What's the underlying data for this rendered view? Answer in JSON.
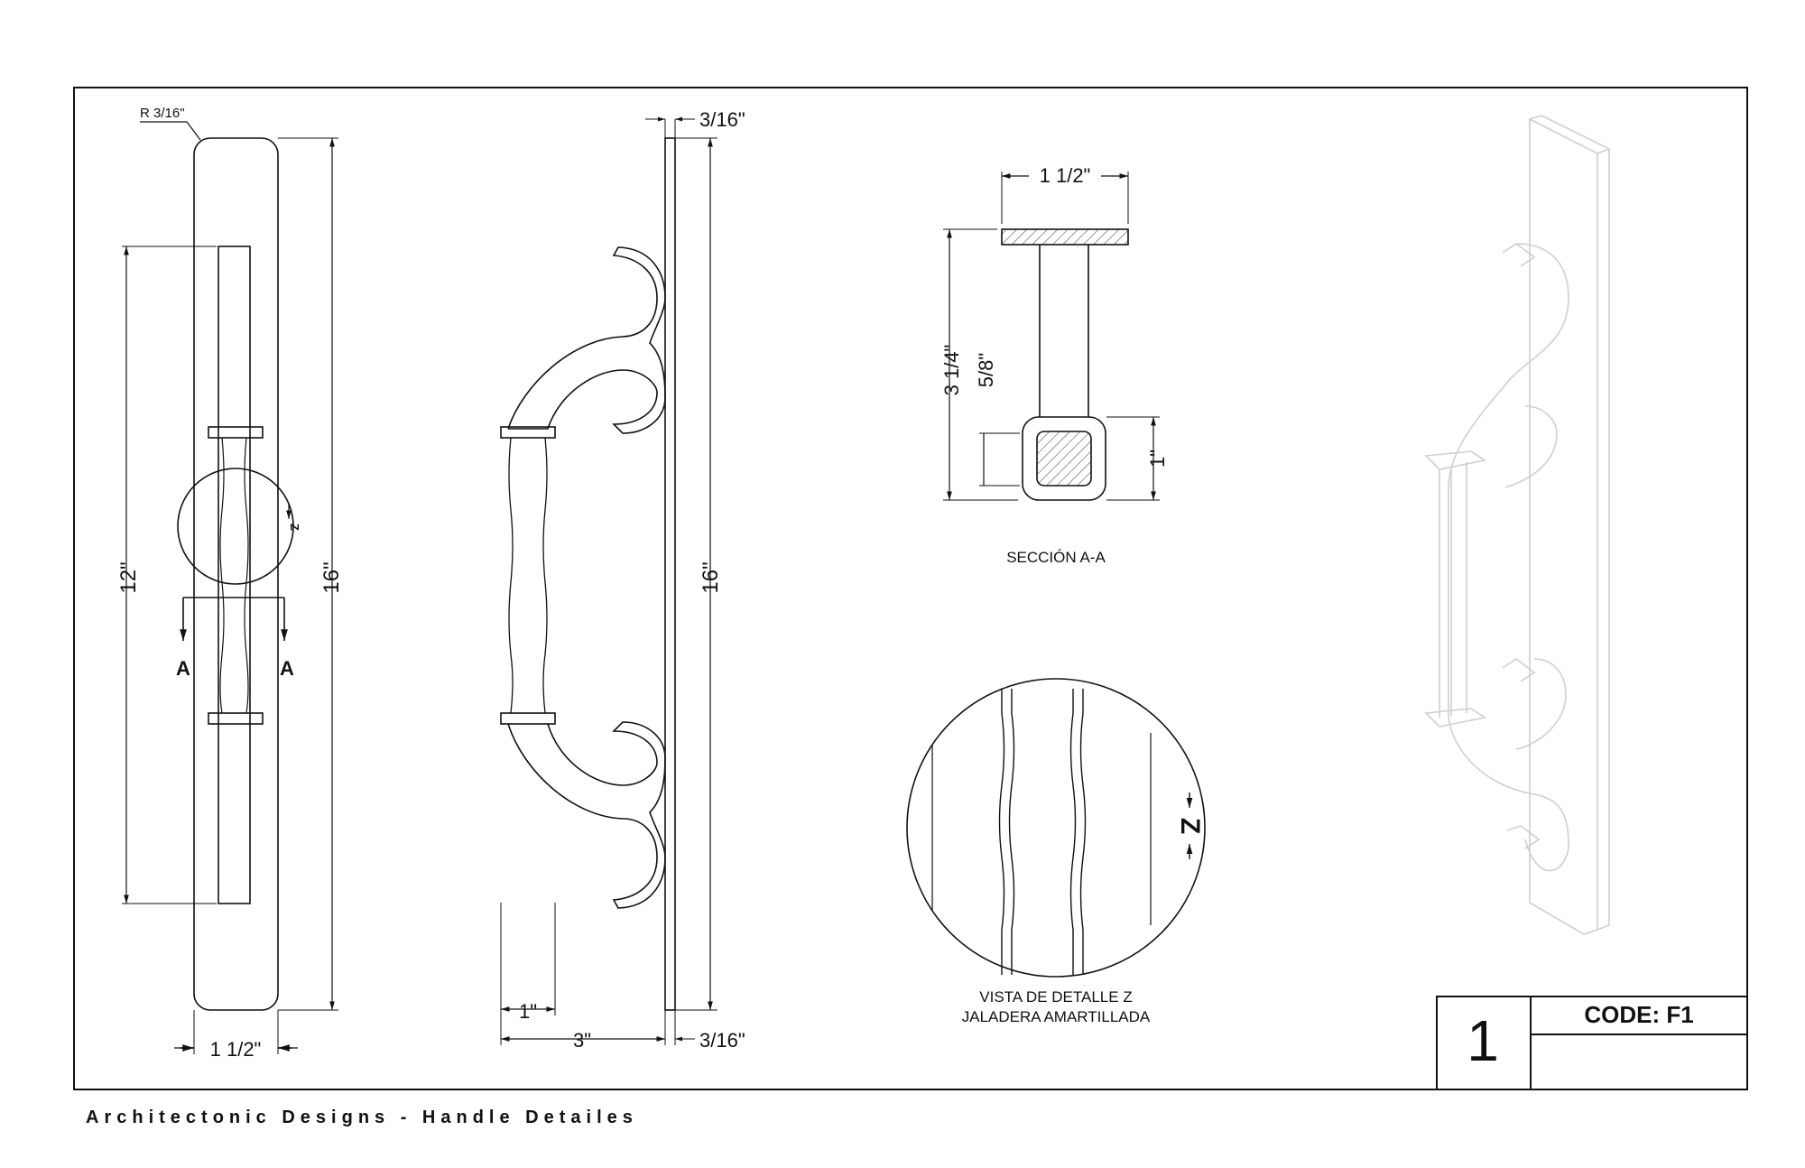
{
  "footer": {
    "caption": "Architectonic Designs - Handle Detailes"
  },
  "title_block": {
    "sheet_number": "1",
    "code": "CODE: F1"
  },
  "front_view": {
    "radius": "R 3/16\"",
    "dim_total": "16\"",
    "dim_handle": "12\"",
    "dim_width": "1 1/2\"",
    "section_mark": "A",
    "detail_mark": "Z"
  },
  "side_view": {
    "dim_plate_thickness_top": "3/16\"",
    "dim_plate_thickness_bottom": "3/16\"",
    "dim_total": "16\"",
    "dim_grip": "1\"",
    "dim_projection": "3\""
  },
  "section": {
    "title": "SECCIÓN A-A",
    "dim_width": "1 1/2\"",
    "dim_height": "3 1/4\"",
    "dim_stem": "5/8\"",
    "dim_grip": "1\""
  },
  "detail": {
    "title_line1": "VISTA DE DETALLE Z",
    "title_line2": "JALADERA AMARTILLADA",
    "mark": "Z"
  }
}
